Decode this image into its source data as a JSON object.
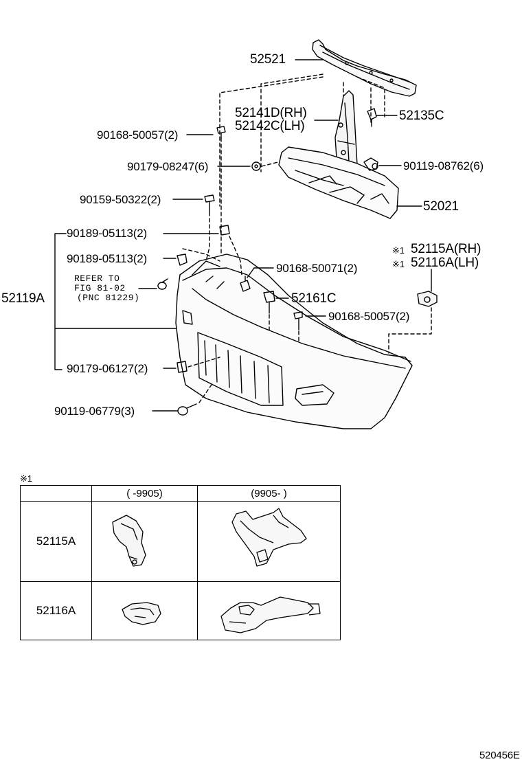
{
  "labels": {
    "p52521": "52521",
    "p52141d": "52141D(RH)",
    "p52142c": "52142C(LH)",
    "p52135c": "52135C",
    "p90168_57_top": "90168-50057(2)",
    "p90179_08247": "90179-08247(6)",
    "p90119_08762": "90119-08762(6)",
    "p90159": "90159-50322(2)",
    "p52021": "52021",
    "p90189_a": "90189-05113(2)",
    "p90189_b": "90189-05113(2)",
    "p52115a_rh": "52115A(RH)",
    "p52116a_lh": "52116A(LH)",
    "note_mark_1": "※1",
    "note_mark_2": "※1",
    "p90168_71": "90168-50071(2)",
    "refer_1": "REFER TO",
    "refer_2": "FIG 81-02",
    "refer_3": "(PNC 81229)",
    "p52119a": "52119A",
    "p52161c": "52161C",
    "p90168_57_bottom": "90168-50057(2)",
    "p90179_06127": "90179-06127(2)",
    "p90119_06779": "90119-06779(3)"
  },
  "table": {
    "note_mark": "※1",
    "col_headers": [
      "(      -9905)",
      "(9905-        )"
    ],
    "rows": [
      {
        "part": "52115A"
      },
      {
        "part": "52116A"
      }
    ]
  },
  "figure_code": "520456E"
}
